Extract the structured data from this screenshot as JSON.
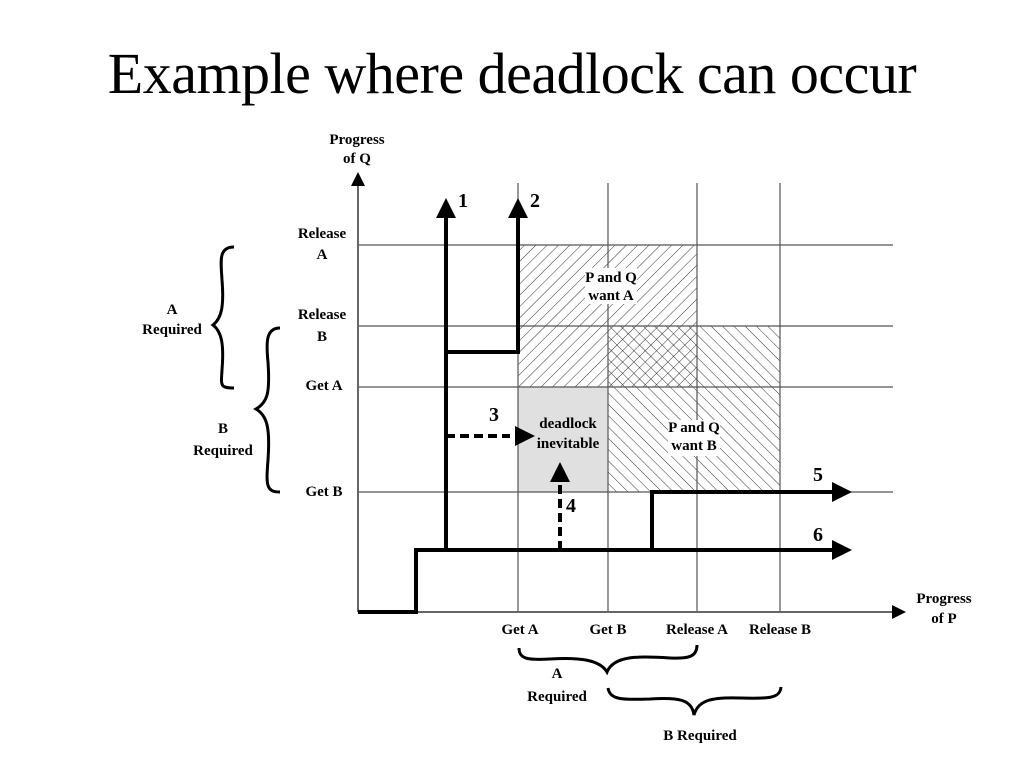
{
  "title": "Example where deadlock can occur",
  "axes": {
    "y_label": [
      "Progress",
      "of Q"
    ],
    "x_label": [
      "Progress",
      "of P"
    ],
    "y_ticks": [
      {
        "lines": [
          "Release",
          "A"
        ]
      },
      {
        "lines": [
          "Release",
          "B"
        ]
      },
      {
        "lines": [
          "Get A"
        ]
      },
      {
        "lines": [
          "Get B"
        ]
      }
    ],
    "x_ticks": [
      "Get A",
      "Get B",
      "Release A",
      "Release B"
    ]
  },
  "regions": {
    "want_a": [
      "P and Q",
      "want A"
    ],
    "want_b": [
      "P and Q",
      "want B"
    ],
    "deadlock": [
      "deadlock",
      "inevitable"
    ]
  },
  "paths": [
    {
      "id": "1",
      "style": "solid"
    },
    {
      "id": "2",
      "style": "solid"
    },
    {
      "id": "3",
      "style": "dashed"
    },
    {
      "id": "4",
      "style": "dashed"
    },
    {
      "id": "5",
      "style": "solid"
    },
    {
      "id": "6",
      "style": "solid"
    }
  ],
  "braces": {
    "left_a": [
      "A",
      "Required"
    ],
    "left_b": [
      "B",
      "Required"
    ],
    "bottom_a": [
      "A",
      "Required"
    ],
    "bottom_b": "B Required"
  },
  "colors": {
    "deadlock_fill": "#e0e0e0",
    "grid": "#555555",
    "ink": "#000000"
  }
}
